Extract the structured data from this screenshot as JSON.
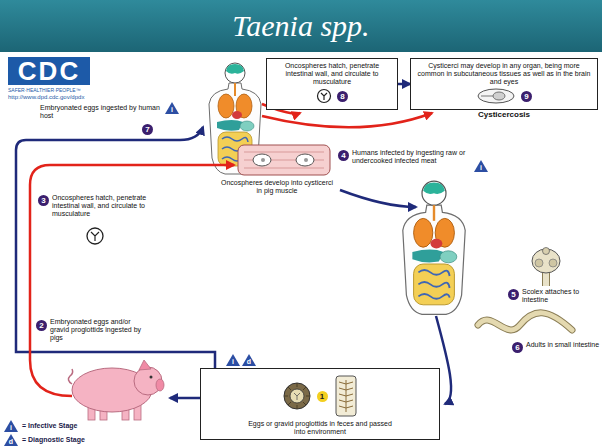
{
  "diagram": {
    "title": "Taenia spp.",
    "nodes": [
      {
        "text": [
          "Oncospheres hatch, penetrate intestinal wall, and circulate to musculature",
          "8"
        ]
      },
      {
        "text": [
          "Cysticerci may develop in any organ, being more common in subcutaneous tissues as well as in the brain and eyes",
          "9",
          "Cysticercosis"
        ]
      },
      {
        "text": [
          "Eggs or gravid proglottids in feces and passed into environment",
          "1"
        ]
      }
    ],
    "edges": [
      {
        "from": 0,
        "to": 1,
        "arrow": "to"
      }
    ],
    "labels": [
      "CDC",
      "SAFER·HEALTHIER·PEOPLE™",
      "http://www.dpd.cdc.gov/dpdx",
      "Embryonated eggs ingested by human host",
      "7",
      "i",
      "Oncospheres hatch, penetrate intestinal wall, and circulate to musculature",
      "3",
      "Oncospheres develop into cysticerci in pig muscle",
      "Humans infected by ingesting raw or undercooked infected meat",
      "4",
      "i",
      "Scolex attaches to intestine",
      "5",
      "Adults in small intestine",
      "6",
      "Embryonated eggs and/or gravid proglottids ingested by pigs",
      "2",
      "i",
      "d",
      "i",
      "d"
    ],
    "legend": [
      {
        "text": "= Infective Stage"
      },
      {
        "text": "= Diagnostic Stage"
      }
    ]
  }
}
